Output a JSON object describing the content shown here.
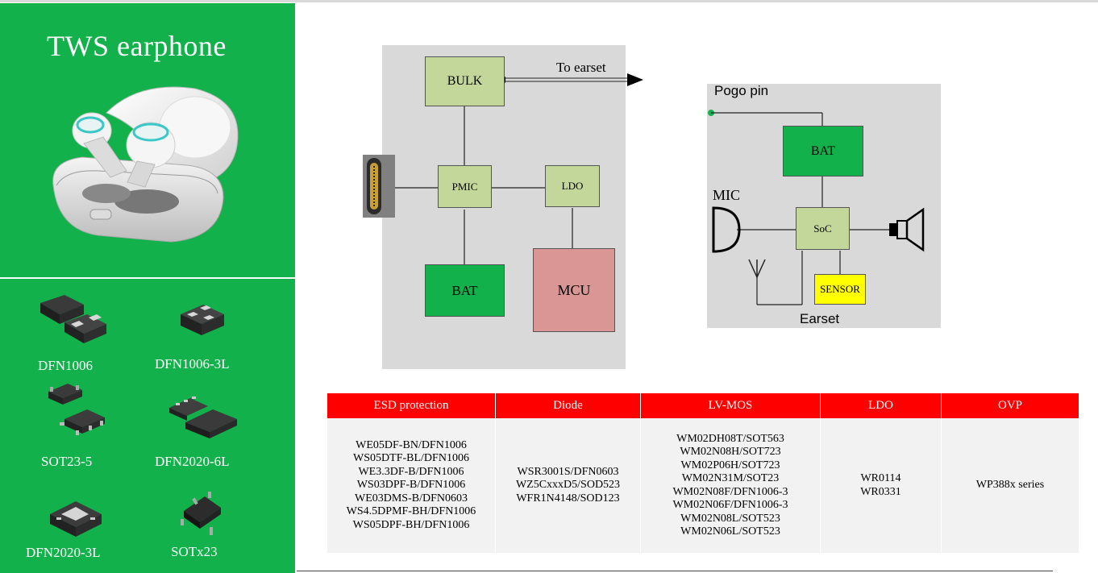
{
  "title": "TWS earphone",
  "packages": [
    "DFN1006",
    "DFN1006-3L",
    "SOT23-5",
    "DFN2020-6L",
    "DFN2020-3L",
    "SOTx23"
  ],
  "case_diagram": {
    "bulk": "BULK",
    "to_earset": "To earset",
    "pmic": "PMIC",
    "ldo": "LDO",
    "bat": "BAT",
    "mcu": "MCU"
  },
  "earset_diagram": {
    "pogo_pin": "Pogo pin",
    "bat": "BAT",
    "mic": "MIC",
    "soc": "SoC",
    "sensor": "SENSOR",
    "earset": "Earset"
  },
  "table": {
    "headers": [
      "ESD protection",
      "Diode",
      "LV-MOS",
      "LDO",
      "OVP"
    ],
    "esd": [
      "WE05DF-BN/DFN1006",
      "WS05DTF-BL/DFN1006",
      "WE3.3DF-B/DFN1006",
      "WS03DPF-B/DFN1006",
      "WE03DMS-B/DFN0603",
      "WS4.5DPMF-BH/DFN1006",
      "WS05DPF-BH/DFN1006"
    ],
    "diode": [
      "WSR3001S/DFN0603",
      "WZ5CxxxD5/SOD523",
      "WFR1N4148/SOD123"
    ],
    "lvmos": [
      "WM02DH08T/SOT563",
      "WM02N08H/SOT723",
      "WM02P06H/SOT723",
      "WM02N31M/SOT23",
      "WM02N08F/DFN1006-3",
      "WM02N06F/DFN1006-3",
      "WM02N08L/SOT523",
      "WM02N06L/SOT523"
    ],
    "ldo": [
      "WR0114",
      "WR0331"
    ],
    "ovp": [
      "WP388x series"
    ]
  },
  "colors": {
    "green": "#13b14b",
    "header_red": "#ff0000",
    "light_green": "#c4d79b",
    "mcu_pink": "#da9694",
    "sensor_yellow": "#ffff00"
  }
}
